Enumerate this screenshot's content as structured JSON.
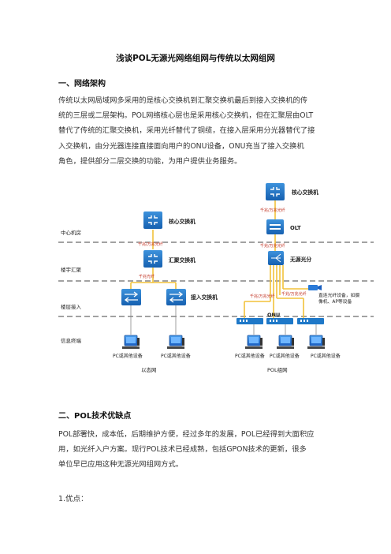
{
  "doc": {
    "title": "浅谈POL无源光网络组网与传统以太网组网",
    "section1": {
      "heading": "一、网络架构",
      "lines": [
        "传统以太网局域网多采用的是核心交换机到汇聚交换机最后到接入交换机的传",
        "统的三层或二层架构。POL网络核心层也是采用核心交换机，但在汇聚层由OLT",
        "替代了传统的汇聚交换机，采用光纤替代了铜缆，在接入层采用分光器替代了接",
        "入交换机，由分光器连接直接面向用户的ONU设备，ONU充当了接入交换机",
        "角色，提供部分二层交换的功能，为用户提供业务服务。"
      ]
    },
    "section2": {
      "heading": "二、POL技术优缺点",
      "lines": [
        "POL部署快，成本低，后期维护方便，经过多年的发展，POL已经得到大面积应",
        "用，如光纤入户方案。现行POL技术已经成熟，包括GPON技术的更新，很多",
        "单位早已应用这种无源光网组网方式。"
      ],
      "sub": "1.优点："
    }
  },
  "diagram": {
    "layers": [
      "中心机房",
      "楼宇汇聚",
      "楼层接入",
      "信息终端"
    ],
    "left": {
      "core": "核心交换机",
      "agg": "汇聚交换机",
      "access": "接入交换机",
      "link1": "千兆/万兆光纤",
      "link2": "千兆光纤",
      "pc1": "PC或其他设备",
      "pc2": "PC或其他设备",
      "caption": "以态网"
    },
    "right": {
      "core": "核心交换机",
      "olt": "OLT",
      "splitter": "无源光分",
      "onu": "ONU",
      "link1": "千兆/万兆光纤",
      "link2": "千兆/万兆光纤",
      "link3": "千兆/万兆光纤",
      "other": "直连光纤设备，如摄像机、AP等设备",
      "pc1": "PC或其他设备",
      "pc2": "PC或其他设备",
      "pc3": "PC或其他设备",
      "caption": "POL组网"
    },
    "colors": {
      "device": "#1e78c8",
      "fiber": "#f2c23a",
      "pc": "#2a7ad8",
      "dash": "#444444"
    }
  }
}
